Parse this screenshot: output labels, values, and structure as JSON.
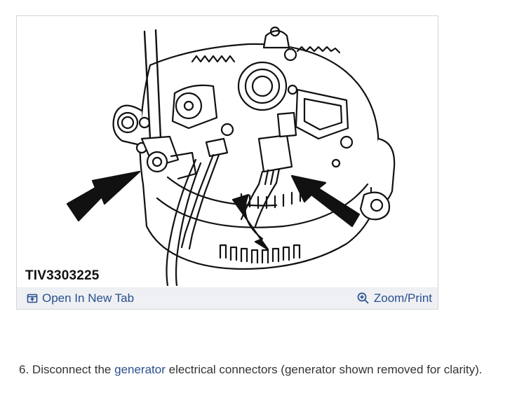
{
  "figure": {
    "label": "TIV3303225",
    "open_new_tab_label": "Open In New Tab",
    "zoom_print_label": "Zoom/Print",
    "icons": {
      "open_new_tab": "open-new-tab-icon",
      "zoom": "zoom-in-icon"
    }
  },
  "step": {
    "number": "6.",
    "before": "Disconnect the",
    "link": "generator",
    "after": "electrical connectors (generator shown removed for clarity)."
  },
  "colors": {
    "link": "#2a4f8f",
    "toolbar_bg": "#eef0f3",
    "text": "#333333"
  }
}
